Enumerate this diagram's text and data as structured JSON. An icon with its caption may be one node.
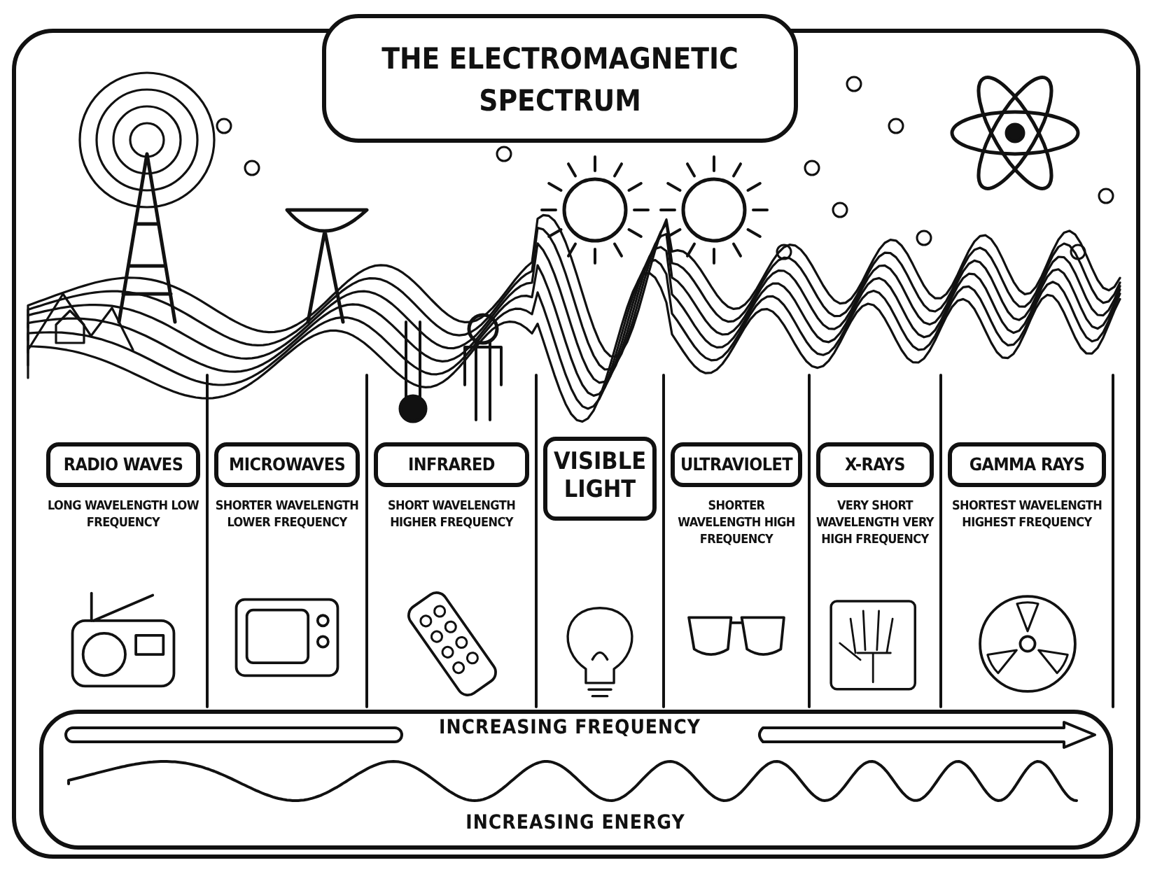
{
  "diagram": {
    "title": "THE ELECTROMAGNETIC SPECTRUM",
    "nodes": [
      {
        "text": [
          "RADIO WAVES",
          "LONG WAVELENGTH LOW FREQUENCY"
        ]
      },
      {
        "text": [
          "MICROWAVES",
          "SHORTER WAVELENGTH LOWER FREQUENCY"
        ]
      },
      {
        "text": [
          "INFRARED",
          "SHORT WAVELENGTH HIGHER FREQUENCY"
        ]
      },
      {
        "text": [
          "VISIBLE LIGHT"
        ]
      },
      {
        "text": [
          "ULTRAVIOLET",
          "SHORTER WAVELENGTH HIGH FREQUENCY"
        ]
      },
      {
        "text": [
          "X-RAYS",
          "VERY SHORT WAVELENGTH VERY HIGH FREQUENCY"
        ]
      },
      {
        "text": [
          "GAMMA RAYS",
          "SHORTEST WAVELENGTH HIGHEST FREQUENCY"
        ]
      },
      {
        "text": [
          "INCREASING FREQUENCY",
          "INCREASING ENERGY"
        ]
      }
    ]
  }
}
